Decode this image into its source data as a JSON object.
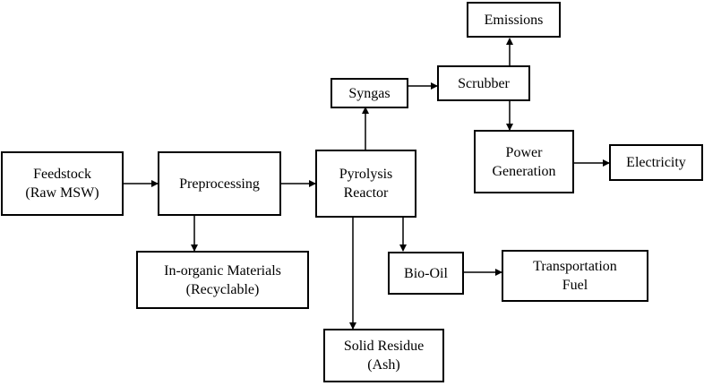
{
  "nodes": {
    "feedstock": [
      "Feedstock",
      "(Raw MSW)"
    ],
    "preprocessing": [
      "Preprocessing"
    ],
    "pyrolysis": [
      "Pyrolysis",
      "Reactor"
    ],
    "syngas": [
      "Syngas"
    ],
    "scrubber": [
      "Scrubber"
    ],
    "emissions": [
      "Emissions"
    ],
    "power": [
      "Power",
      "Generation"
    ],
    "electricity": [
      "Electricity"
    ],
    "inorganic": [
      "In-organic Materials",
      "(Recyclable)"
    ],
    "biooil": [
      "Bio-Oil"
    ],
    "transport": [
      "Transportation",
      "Fuel"
    ],
    "residue": [
      "Solid Residue",
      "(Ash)"
    ]
  },
  "colors": {
    "stroke": "#000000",
    "background": "#ffffff"
  }
}
